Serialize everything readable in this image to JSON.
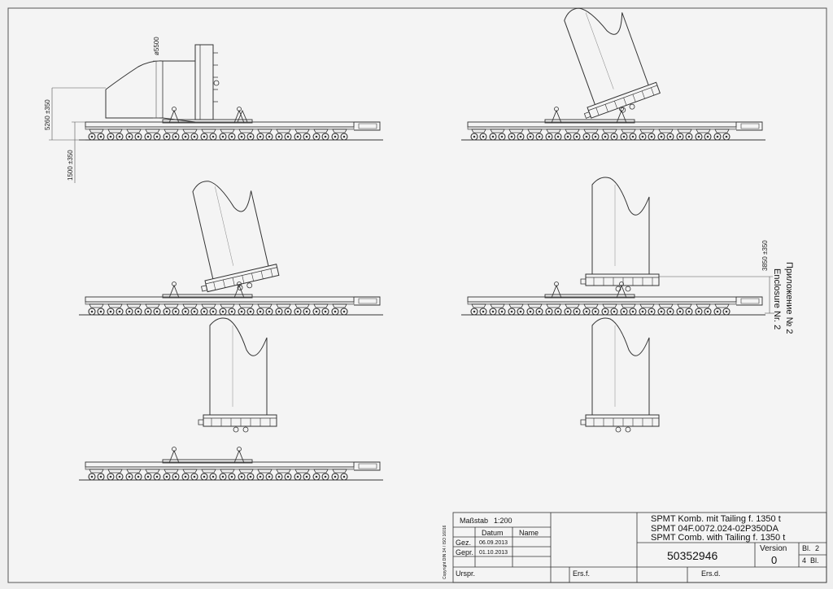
{
  "dimensions": {
    "diameter": "ø5500",
    "height_main": "5260 ±350",
    "height_deck": "1500 ±350",
    "height_lift": "3850 ±350"
  },
  "enclosure": {
    "line1": "Enclosure Nr. 2",
    "line2": "Приложение № 2"
  },
  "title_block": {
    "copyright": "Copyright DIN 34 / ISO 16016",
    "scale_label": "Maßstab",
    "scale_value": "1:200",
    "date_header": "Datum",
    "name_header": "Name",
    "drawn_label": "Gez.",
    "drawn_date": "06.09.2013",
    "checked_label": "Gepr.",
    "checked_date": "01.10.2013",
    "title_line1": "SPMT Komb. mit Tailing f. 1350 t",
    "title_line2": "SPMT 04F.0072.024-02P350DA",
    "title_line3": "SPMT Comb. with Tailing f. 1350 t",
    "drawing_number": "50352946",
    "version_label": "Version",
    "version_value": "0",
    "sheet_label": "Bl.",
    "sheet_value": "2",
    "sheets_total": "4",
    "sheets_label": "Bl.",
    "origin_label": "Urspr.",
    "replaces_for_label": "Ers.f.",
    "replaced_by_label": "Ers.d."
  },
  "colors": {
    "paper": "#efefef",
    "line": "#333333",
    "accent_fill": "#d9d9d9"
  }
}
